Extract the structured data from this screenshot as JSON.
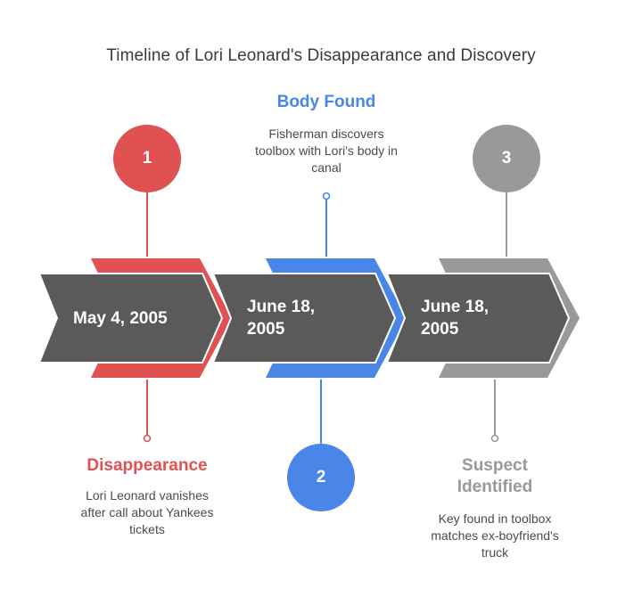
{
  "title": "Timeline of Lori Leonard's Disappearance and Discovery",
  "colors": {
    "red": "#e05252",
    "blue": "#4a86e8",
    "gray": "#999999",
    "arrow": "#5a5a5a"
  },
  "events": [
    {
      "number": "1",
      "date": "May 4, 2005",
      "heading": "Disappearance",
      "description": "Lori Leonard vanishes after call about Yankees tickets"
    },
    {
      "number": "2",
      "date": "June 18, 2005",
      "heading": "Body Found",
      "description": "Fisherman discovers toolbox with Lori's body in canal"
    },
    {
      "number": "3",
      "date": "June 18, 2005",
      "heading": "Suspect Identified",
      "description": "Key found in toolbox matches ex-boyfriend's truck"
    }
  ]
}
